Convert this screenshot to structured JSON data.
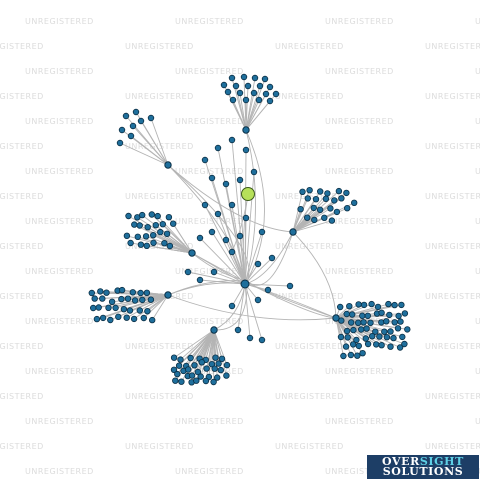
{
  "watermark": {
    "text": "UNREGISTERED"
  },
  "logo": {
    "line1_a": "OVER",
    "line1_b": "SIGHT",
    "line2": "SOLUTIONS"
  },
  "colors": {
    "background": "#ffffff",
    "node": "#1f6f9c",
    "node_outline": "#0b2f45",
    "focus_node": "#b6e05a",
    "edge": "#b4b4b4",
    "watermark": "#dcdcdc"
  },
  "graph": {
    "type": "network",
    "focus_node": "highlighted-company",
    "clusters": [
      {
        "id": "top",
        "leaf_count": 18
      },
      {
        "id": "upper-left",
        "leaf_count": 8
      },
      {
        "id": "right",
        "leaf_count": 22
      },
      {
        "id": "left-middle",
        "leaf_count": 24
      },
      {
        "id": "left",
        "leaf_count": 32
      },
      {
        "id": "bottom-left",
        "leaf_count": 34
      },
      {
        "id": "bottom-right",
        "leaf_count": 58
      },
      {
        "id": "center",
        "leaf_count": 30
      }
    ]
  }
}
